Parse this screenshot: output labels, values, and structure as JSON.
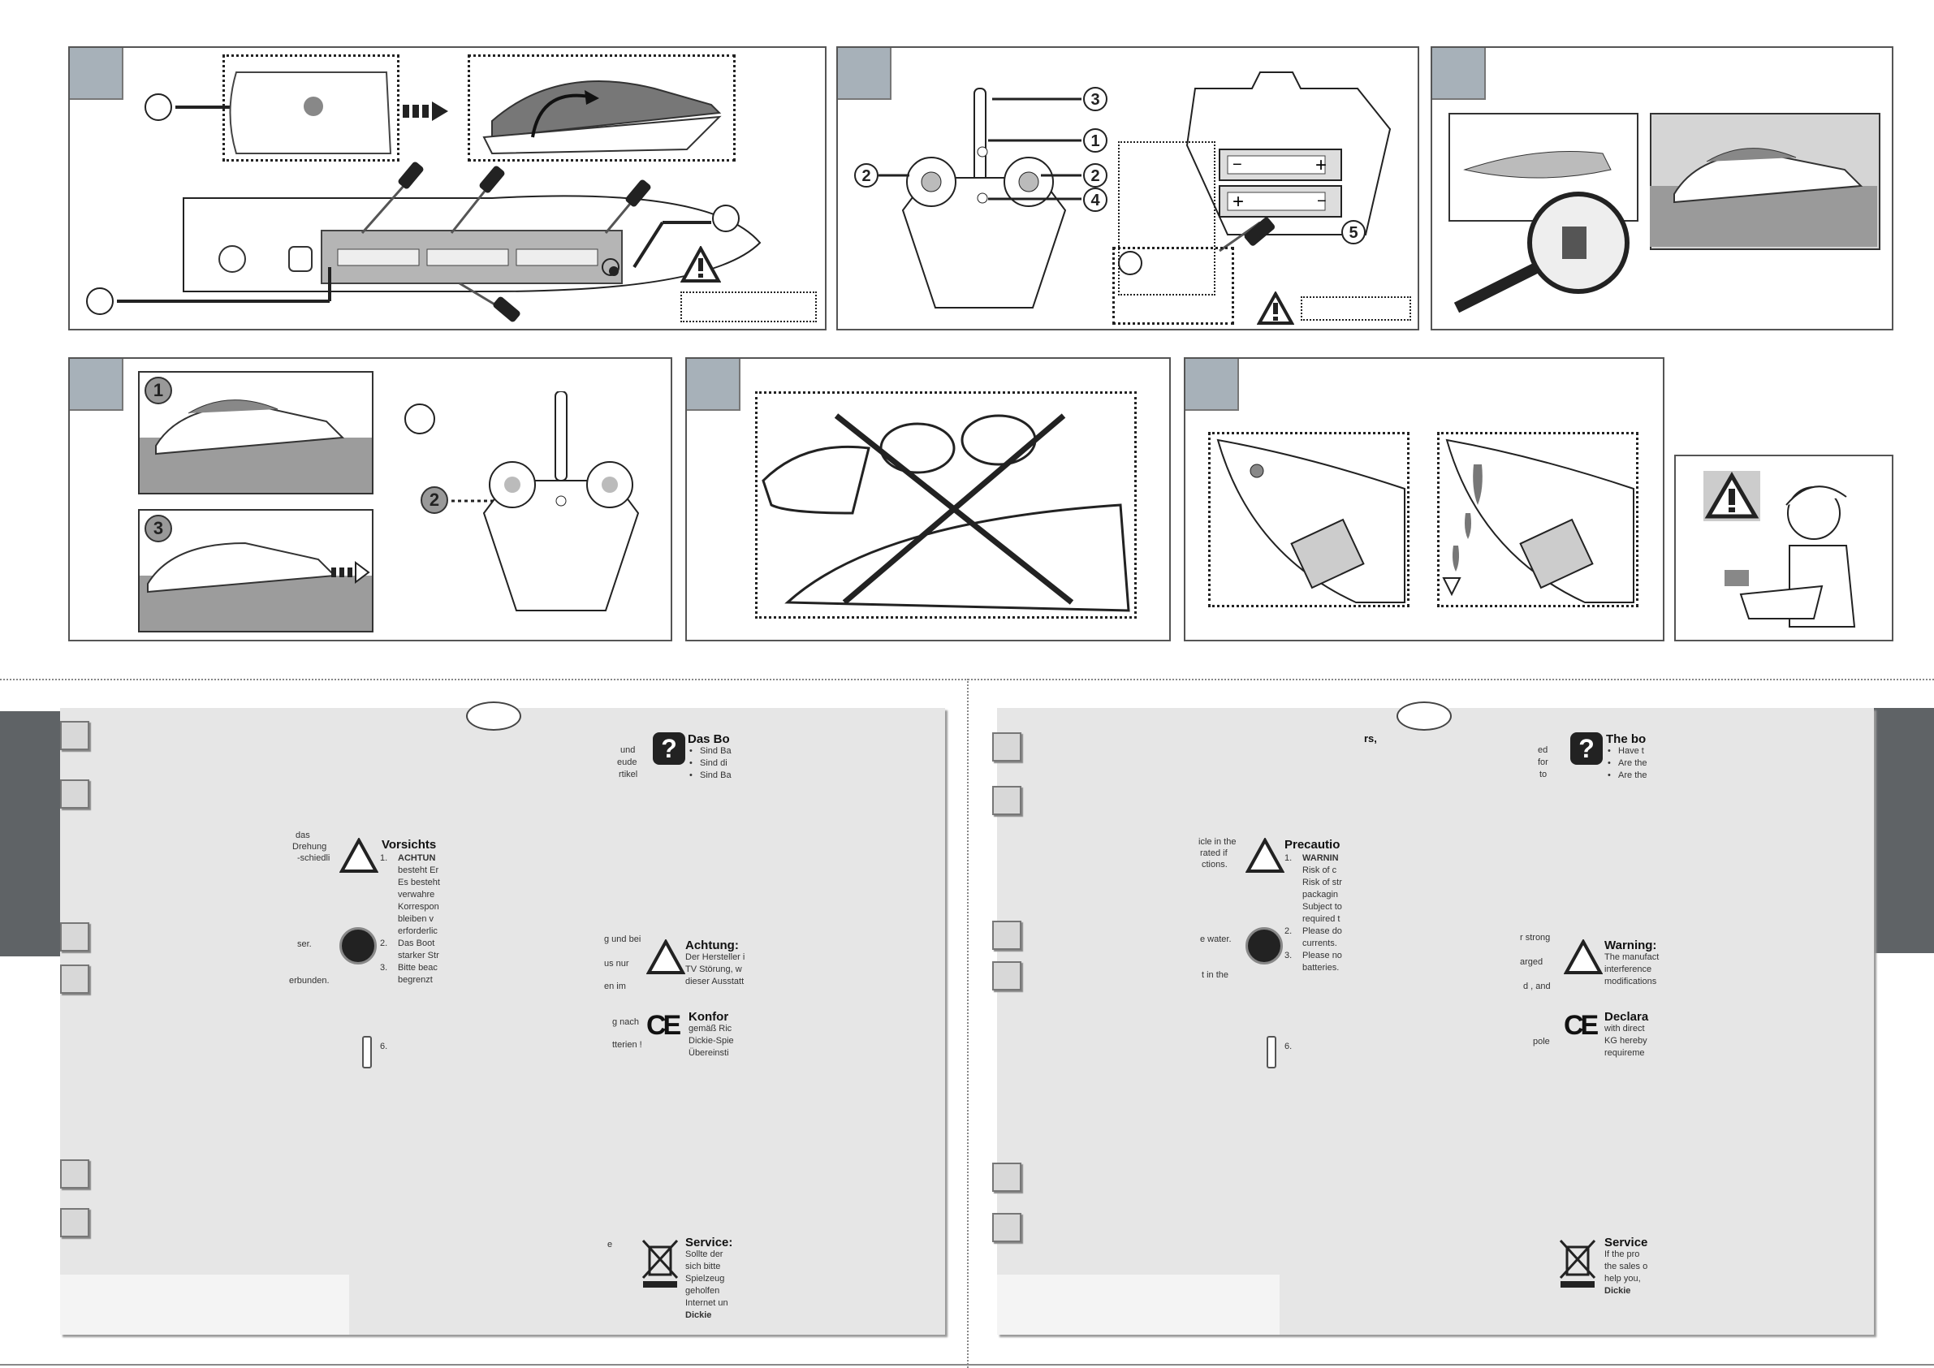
{
  "remote_numbers": [
    "3",
    "1",
    "2",
    "2",
    "4",
    "5"
  ],
  "step_numbers": [
    "1",
    "3",
    "2"
  ],
  "german": {
    "fragments_left": [
      "und",
      "eude",
      "rtikel",
      "das",
      "Drehung",
      "-schiedli",
      "ser.",
      "erbunden.",
      "g und bei",
      "us nur",
      "en im",
      "g nach",
      "tterien !",
      "e"
    ],
    "q_title": "Das Bo",
    "q_items": [
      "Sind Ba",
      "Sind di",
      "Sind Ba"
    ],
    "prec_title": "Vorsichts",
    "prec_lines": [
      "ACHTUN",
      "besteht Er",
      "Es besteht",
      "verwahre",
      "Korrespon",
      "bleiben v",
      "erforderlic",
      "Das Boot",
      "starker Str",
      "Bitte beac",
      "begrenzt"
    ],
    "prec_nums": [
      "1.",
      "2.",
      "3."
    ],
    "six": "6.",
    "warn_title": "Achtung:",
    "warn_lines": [
      "Der Hersteller i",
      "TV  Störung,  w",
      "dieser Ausstatt"
    ],
    "conf_title": "Konfor",
    "conf_lines": [
      "gemäß Ric",
      "Dickie-Spie",
      "Übereinsti"
    ],
    "svc_title": "Service:",
    "svc_lines": [
      "Sollte  der",
      "sich  bitte",
      "Spielzeug",
      "geholfen",
      "Internet un"
    ],
    "svc_bold": "Dickie"
  },
  "english": {
    "fragments_left": [
      "rs,",
      "ed",
      "for",
      "to",
      "icle in the",
      "rated if",
      "ctions.",
      "e water.",
      "t in the",
      "r strong",
      "arged",
      "d , and",
      "pole"
    ],
    "q_title": "The bo",
    "q_items": [
      "Have t",
      "Are the",
      "Are the"
    ],
    "prec_title": "Precautio",
    "prec_lines": [
      "WARNIN",
      "Risk  of  c",
      "Risk of str",
      "packagin",
      "Subject to",
      "required t",
      "Please do",
      "currents.",
      "Please no",
      "batteries."
    ],
    "prec_nums": [
      "1.",
      "2.",
      "3."
    ],
    "six": "6.",
    "warn_title": "Warning:",
    "warn_lines": [
      "The manufact",
      "interference",
      "modifications"
    ],
    "conf_title": "Declara",
    "conf_lines": [
      "with direct",
      "KG hereby",
      "requireme"
    ],
    "svc_title": "Service",
    "svc_lines": [
      "If the pro",
      "the sales o",
      "help you,"
    ],
    "svc_bold": "Dickie"
  },
  "colors": {
    "step_box": "#a7b1b9",
    "page_bg": "#e6e6e6",
    "side_tab": "#5f6366"
  },
  "icons": [
    "warning-triangle-icon",
    "question-icon",
    "manual-read-icon",
    "ce-mark-icon",
    "recycle-bin-crossed-icon",
    "magnifier-icon",
    "screwdriver-icon"
  ]
}
